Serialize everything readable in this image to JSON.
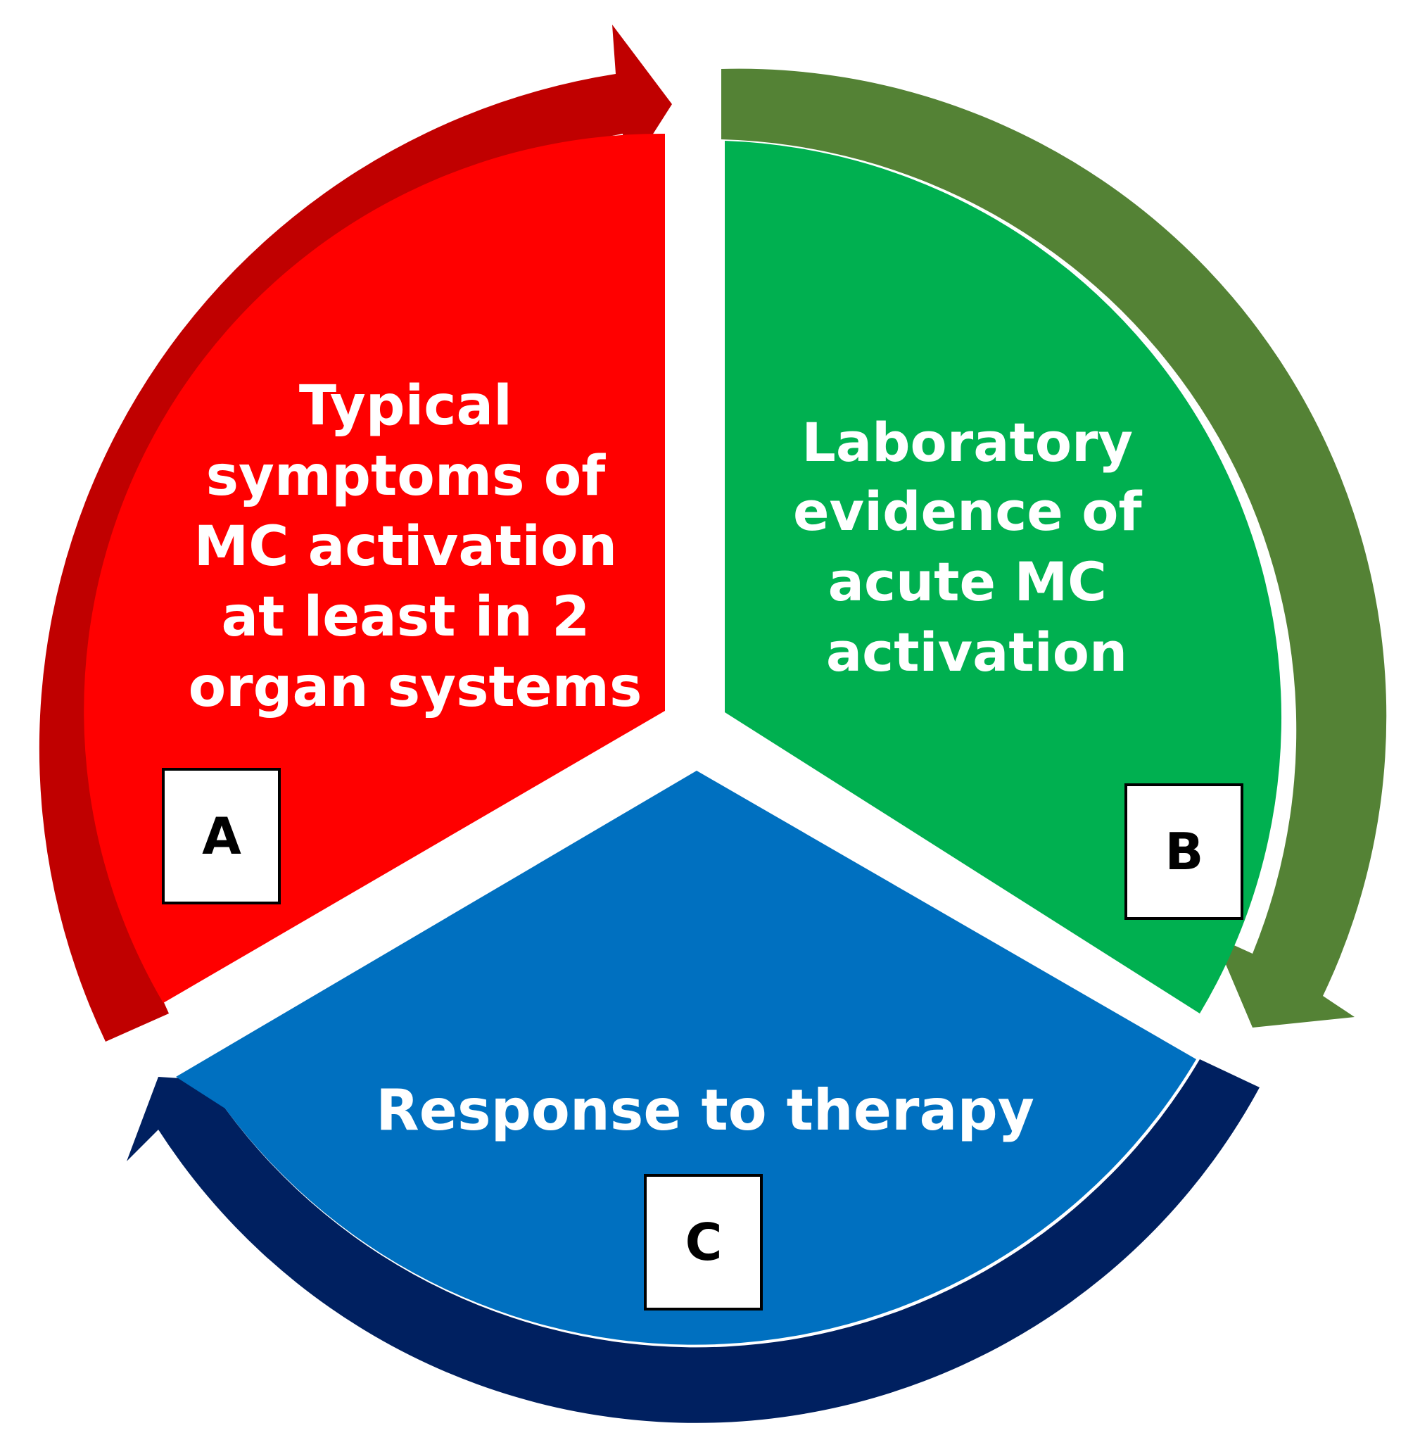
{
  "segments": [
    {
      "id": "a",
      "badge": "A",
      "lines": [
        "Typical",
        "symptoms of",
        "MC activation",
        "at least in 2",
        "organ systems"
      ],
      "fill_color": "#ff0000",
      "arrow_color": "#c00000"
    },
    {
      "id": "b",
      "badge": "B",
      "lines": [
        "Laboratory",
        "evidence of",
        "acute MC",
        "activation"
      ],
      "fill_color": "#00b050",
      "arrow_color": "#548235"
    },
    {
      "id": "c",
      "badge": "C",
      "lines": [
        "Response to therapy"
      ],
      "fill_color": "#0070c0",
      "arrow_color": "#002060"
    }
  ]
}
